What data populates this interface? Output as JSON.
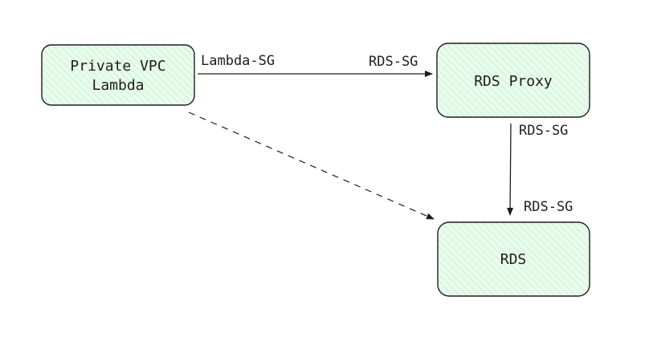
{
  "diagram": {
    "nodes": {
      "lambda": {
        "line1": "Private VPC",
        "line2": "Lambda"
      },
      "proxy": {
        "label": "RDS Proxy"
      },
      "rds": {
        "label": "RDS"
      }
    },
    "edges": {
      "lambda_to_proxy": {
        "source_label": "Lambda-SG",
        "target_label": "RDS-SG"
      },
      "proxy_to_rds": {
        "source_label": "RDS-SG",
        "target_label": "RDS-SG"
      }
    },
    "colors": {
      "node_fill": "#ebfbee",
      "node_hatch": "#b2f2bb",
      "stroke": "#1e1e1e"
    }
  }
}
